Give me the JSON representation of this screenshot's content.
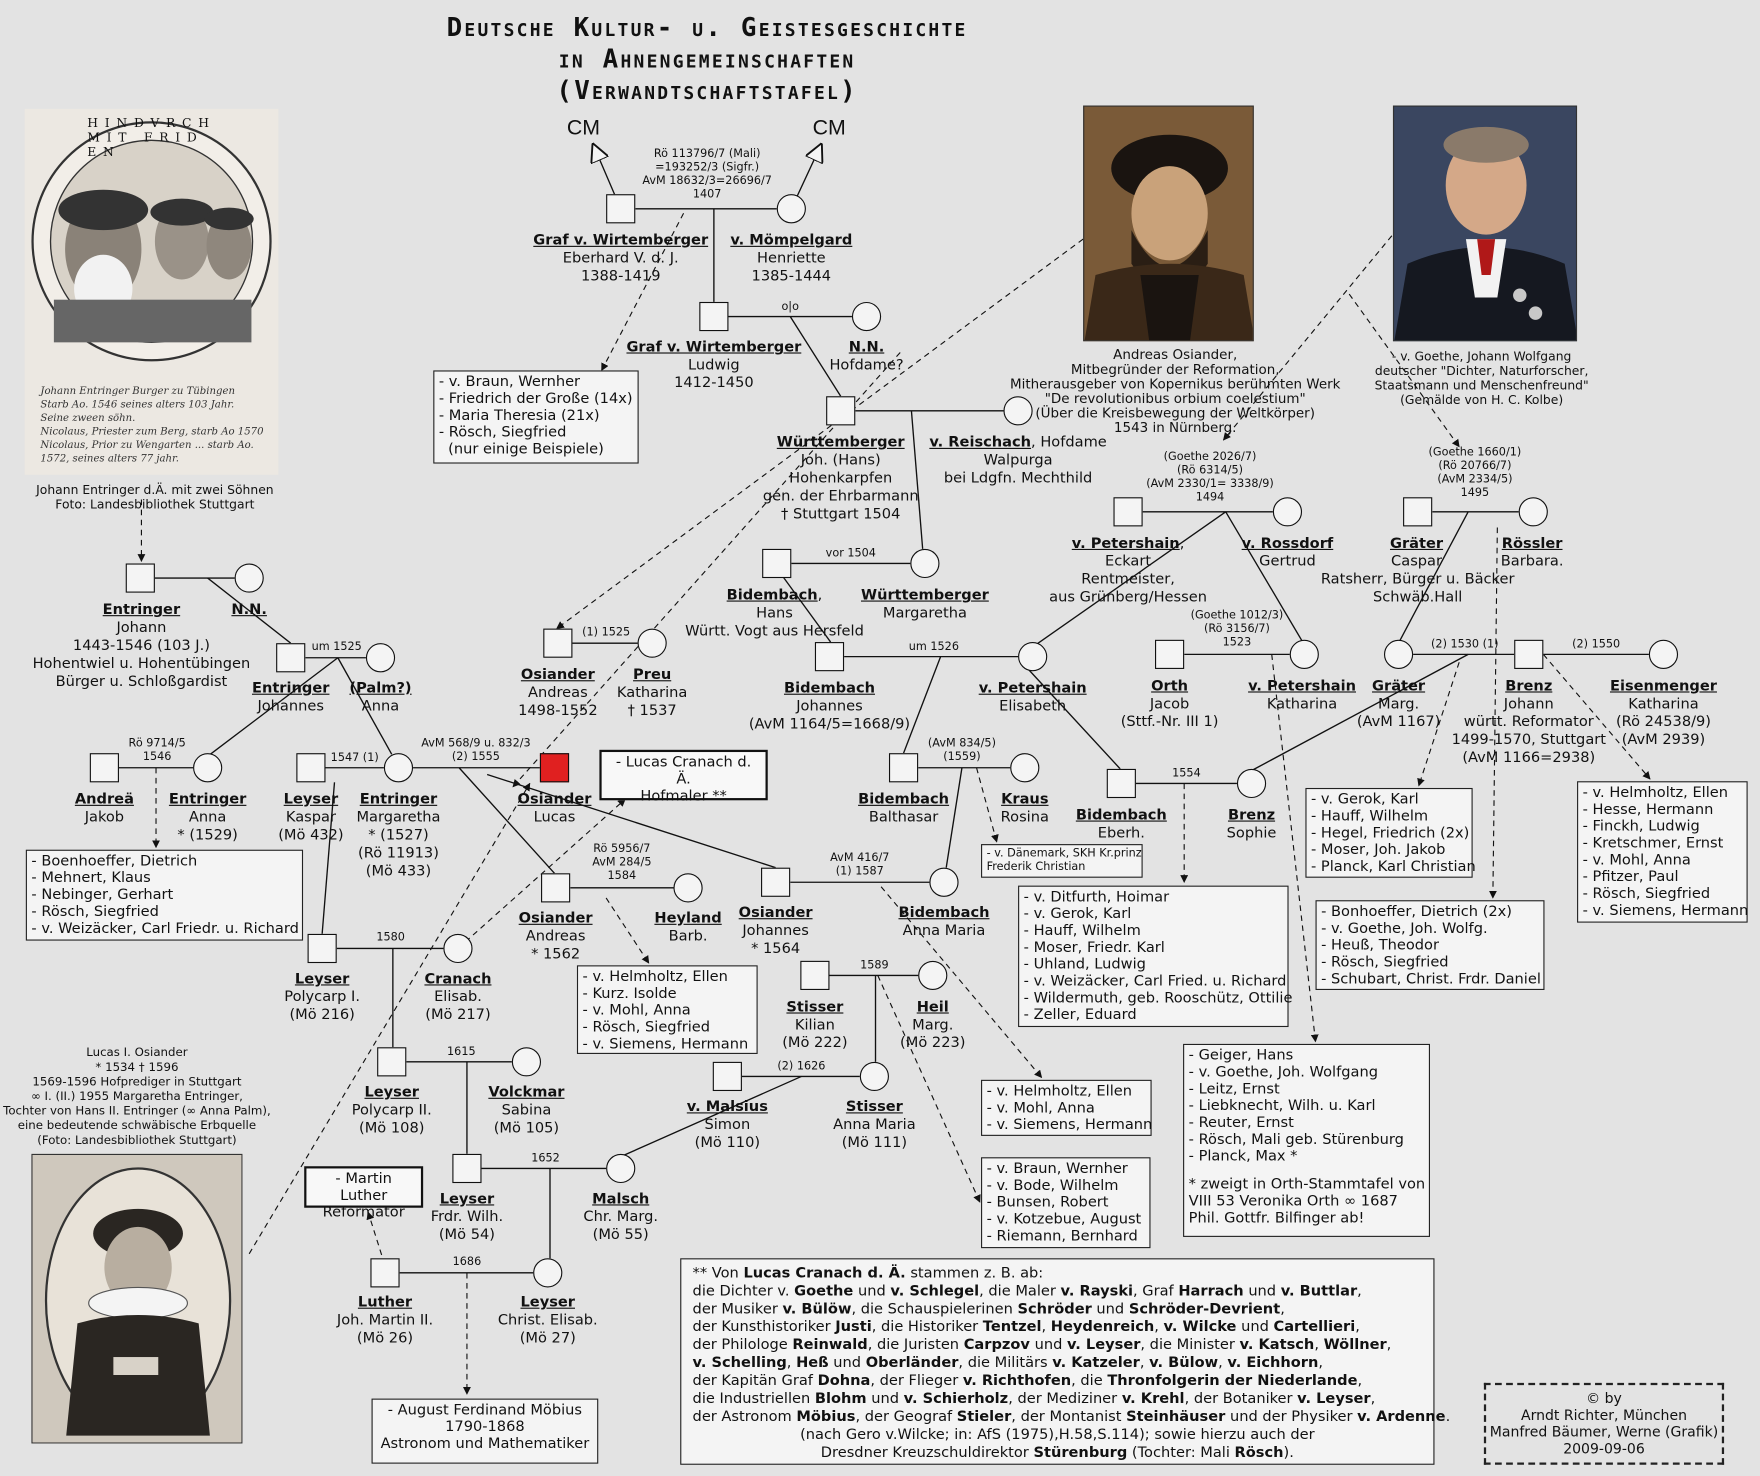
{
  "title": [
    "Deutsche Kultur- u. Geistesgeschichte",
    "in Ahnengemeinschaften",
    "(Verwandtschaftstafel)"
  ],
  "cm_left": "CM",
  "cm_right": "CM",
  "marks": {
    "m1407": [
      "Rö 113796/7 (Mali)",
      "=193252/3 (Sigfr.)",
      "AvM 18632/3=26696/7",
      "1407"
    ],
    "m_olo": [
      "o|o"
    ],
    "m1494": [
      "(Goethe 2026/7)",
      "(Rö 6314/5)",
      "(AvM 2330/1= 3338/9)",
      "1494"
    ],
    "m1495": [
      "(Goethe 1660/1)",
      "(Rö 20766/7)",
      "(AvM 2334/5)",
      "1495"
    ],
    "m1504": [
      "vor 1504"
    ],
    "m1525a": [
      "um 1525"
    ],
    "m1525b": [
      "(1) 1525"
    ],
    "m1526": [
      "um 1526"
    ],
    "m1523": [
      "(Goethe 1012/3)",
      "(Rö 3156/7)",
      "1523"
    ],
    "m1530": [
      "(2) 1530 (1)"
    ],
    "m1550": [
      "(2) 1550"
    ],
    "m1546": [
      "Rö 9714/5",
      "1546"
    ],
    "m1547": [
      "1547 (1)"
    ],
    "m1555": [
      "AvM 568/9 u. 832/3",
      "(2) 1555"
    ],
    "m1559": [
      "(AvM 834/5)",
      "(1559)"
    ],
    "m1554": [
      "1554"
    ],
    "m1584": [
      "Rö 5956/7",
      "AvM 284/5",
      "1584"
    ],
    "m1587": [
      "AvM 416/7",
      "(1) 1587"
    ],
    "m1580": [
      "1580"
    ],
    "m1589": [
      "1589"
    ],
    "m1615": [
      "1615"
    ],
    "m1626": [
      "(2) 1626"
    ],
    "m1652": [
      "1652"
    ],
    "m1686": [
      "1686"
    ]
  },
  "persons": {
    "eberhard": {
      "name": "Graf v. Wirtemberger",
      "lines": [
        "Eberhard V. d. J.",
        "1388-1419"
      ]
    },
    "henriette": {
      "name": "v. Mömpelgard",
      "lines": [
        "Henriette",
        "1385-1444"
      ]
    },
    "ludwig": {
      "name": "Graf v. Wirtemberger",
      "lines": [
        "Ludwig",
        "1412-1450"
      ]
    },
    "nn_hofdame": {
      "name": "N.N.",
      "lines": [
        "Hofdame?"
      ]
    },
    "johhans": {
      "name": "Württemberger",
      "lines": [
        "Joh. (Hans)",
        "Hohenkarpfen",
        "gen. der Ehrbarmann",
        "† Stuttgart 1504"
      ]
    },
    "walpurga": {
      "name": "v. Reischach",
      "after": ", Hofdame",
      "lines": [
        "Walpurga",
        "bei Ldgfn. Mechthild"
      ]
    },
    "hans_bid": {
      "name": "Bidembach",
      "after": ",",
      "lines": [
        "Hans",
        "Württ. Vogt aus Hersfeld"
      ]
    },
    "margaretha_w": {
      "name": "Württemberger",
      "lines": [
        "Margaretha"
      ]
    },
    "eckart": {
      "name": "v. Petershain",
      "after": ",",
      "lines": [
        "Eckart",
        "Rentmeister,",
        "aus Grünberg/Hessen"
      ]
    },
    "gertrud": {
      "name": "v. Rossdorf",
      "lines": [
        "Gertrud"
      ]
    },
    "caspar": {
      "name": "Gräter",
      "lines": [
        "Caspar"
      ]
    },
    "barbara": {
      "name": "Rössler",
      "lines": [
        "Barbara."
      ]
    },
    "caspar_note": {
      "lines": [
        "Ratsherr, Bürger u. Bäcker",
        "Schwäb.Hall"
      ]
    },
    "johann_e": {
      "name": "Entringer",
      "lines": [
        "Johann",
        "1443-1546 (103 J.)",
        "Hohentwiel u. Hohentübingen",
        "Bürger u. Schloßgardist"
      ]
    },
    "nn_e": {
      "name": "N.N."
    },
    "johannes_e": {
      "name": "Entringer",
      "lines": [
        "Johannes"
      ]
    },
    "anna_palm": {
      "name": "(Palm?)",
      "lines": [
        "Anna"
      ]
    },
    "andreas_o1": {
      "name": "Osiander",
      "lines": [
        "Andreas",
        "1498-1552"
      ]
    },
    "katharina_p": {
      "name": "Preu",
      "lines": [
        "Katharina",
        "† 1537"
      ]
    },
    "johannes_b": {
      "name": "Bidembach",
      "lines": [
        "Johannes",
        "(AvM 1164/5=1668/9)"
      ]
    },
    "elisabeth_p": {
      "name": "v. Petershain",
      "lines": [
        "Elisabeth"
      ]
    },
    "jacob_orth": {
      "name": "Orth",
      "lines": [
        "Jacob",
        "(Sttf.-Nr. III 1)"
      ]
    },
    "katharina_p2": {
      "name": "v. Petershain",
      "lines": [
        "Katharina"
      ]
    },
    "marg_g": {
      "name": "Gräter",
      "lines": [
        "Marg.",
        "(AvM 1167)"
      ]
    },
    "johann_brenz": {
      "name": "Brenz",
      "lines": [
        "Johann",
        "württ. Reformator",
        "1499-1570, Stuttgart",
        "(AvM 1166=2938)"
      ]
    },
    "katharina_e": {
      "name": "Eisenmenger",
      "lines": [
        "Katharina",
        "(Rö 24538/9)",
        "(AvM 2939)"
      ]
    },
    "jakob_a": {
      "name": "Andreä",
      "lines": [
        "Jakob"
      ]
    },
    "anna_e": {
      "name": "Entringer",
      "lines": [
        "Anna",
        "* (1529)"
      ]
    },
    "kaspar_l": {
      "name": "Leyser",
      "lines": [
        "Kaspar",
        "(Mö 432)"
      ]
    },
    "margaretha_e": {
      "name": "Entringer",
      "lines": [
        "Margaretha",
        "* (1527)",
        "(Rö 11913)",
        "(Mö 433)"
      ]
    },
    "lucas_o": {
      "name": "Osiander",
      "lines": [
        "Lucas"
      ]
    },
    "balthasar": {
      "name": "Bidembach",
      "lines": [
        "Balthasar"
      ]
    },
    "rosina": {
      "name": "Kraus",
      "lines": [
        "Rosina"
      ]
    },
    "eberh_b": {
      "name": "Bidembach",
      "lines": [
        "Eberh."
      ]
    },
    "sophie": {
      "name": "Brenz",
      "lines": [
        "Sophie"
      ]
    },
    "andreas_o2": {
      "name": "Osiander",
      "lines": [
        "Andreas",
        "* 1562"
      ]
    },
    "barb_h": {
      "name": "Heyland",
      "lines": [
        "Barb."
      ]
    },
    "johannes_o": {
      "name": "Osiander",
      "lines": [
        "Johannes",
        "* 1564"
      ]
    },
    "annamaria_b": {
      "name": "Bidembach",
      "lines": [
        "Anna Maria"
      ]
    },
    "polycarp1": {
      "name": "Leyser",
      "lines": [
        "Polycarp I.",
        "(Mö 216)"
      ]
    },
    "elisab_c": {
      "name": "Cranach",
      "lines": [
        "Elisab.",
        "(Mö 217)"
      ]
    },
    "kilian": {
      "name": "Stisser",
      "lines": [
        "Kilian",
        "(Mö 222)"
      ]
    },
    "marg_heil": {
      "name": "Heil",
      "lines": [
        "Marg.",
        "(Mö 223)"
      ]
    },
    "polycarp2": {
      "name": "Leyser",
      "lines": [
        "Polycarp II.",
        "(Mö 108)"
      ]
    },
    "sabina": {
      "name": "Volckmar",
      "lines": [
        "Sabina",
        "(Mö 105)"
      ]
    },
    "simon": {
      "name": "v. Malsius",
      "lines": [
        "Simon",
        "(Mö 110)"
      ]
    },
    "annamaria_s": {
      "name": "Stisser",
      "lines": [
        "Anna Maria",
        "(Mö 111)"
      ]
    },
    "frdr_wilh": {
      "name": "Leyser",
      "lines": [
        "Frdr. Wilh.",
        "(Mö 54)"
      ]
    },
    "chr_marg": {
      "name": "Malsch",
      "lines": [
        "Chr. Marg.",
        "(Mö 55)"
      ]
    },
    "martin_l": {
      "name": "Luther",
      "lines": [
        "Joh. Martin II.",
        "(Mö 26)"
      ]
    },
    "christ_elisab": {
      "name": "Leyser",
      "lines": [
        "Christ. Elisab.",
        "(Mö 27)"
      ]
    }
  },
  "boxes": {
    "braun1": [
      "- v. Braun, Wernher",
      "- Friedrich der Große (14x)",
      "- Maria Theresia (21x)",
      "- Rösch, Siegfried",
      "  (nur einige Beispiele)"
    ],
    "bonhoeffer1": [
      "- Boenhoeffer, Dietrich",
      "- Mehnert, Klaus",
      "- Nebinger, Gerhart",
      "- Rösch, Siegfried",
      "- v. Weizäcker, Carl Friedr. u. Richard"
    ],
    "danemark": [
      "- v. Dänemark, SKH Kr.prinz",
      "Frederik Christian"
    ],
    "ditfurth": [
      "- v. Ditfurth, Hoimar",
      "- v. Gerok, Karl",
      "- Hauff, Wilhelm",
      "- Moser, Friedr. Karl",
      "- Uhland, Ludwig",
      "- v. Weizäcker, Carl Fried. u. Richard",
      "- Wildermuth, geb. Rooschütz, Ottilie",
      "- Zeller, Eduard"
    ],
    "helmholtz1": [
      "- v. Helmholtz, Ellen",
      "- Kurz. Isolde",
      "- v. Mohl, Anna",
      "- Rösch, Siegfried",
      "- v. Siemens, Hermann"
    ],
    "helmholtz2": [
      "- v. Helmholtz, Ellen",
      "- v. Mohl, Anna",
      "- v. Siemens, Hermann"
    ],
    "braun2": [
      "- v. Braun, Wernher",
      "- v. Bode, Wilhelm",
      "- Bunsen, Robert",
      "- v. Kotzebue, August",
      "- Riemann, Bernhard"
    ],
    "gerok": [
      "- v. Gerok, Karl",
      "- Hauff, Wilhelm",
      "- Hegel, Friedrich (2x)",
      "- Moser, Joh. Jakob",
      "- Planck, Karl Christian"
    ],
    "bonhoeffer2": [
      "- Bonhoeffer, Dietrich (2x)",
      "- v. Goethe, Joh. Wolfg.",
      "- Heuß, Theodor",
      "- Rösch, Siegfried",
      "- Schubart, Christ. Frdr. Daniel"
    ],
    "helmholtz3": [
      "- v. Helmholtz, Ellen",
      "- Hesse, Hermann",
      "- Finckh, Ludwig",
      "- Kretschmer, Ernst",
      "- v. Mohl, Anna",
      "- Pfitzer, Paul",
      "- Rösch, Siegfried",
      "- v. Siemens, Hermann"
    ],
    "geiger": [
      "- Geiger, Hans",
      "- v. Goethe, Joh. Wolfgang",
      "- Leitz, Ernst",
      "- Liebknecht, Wilh. u. Karl",
      "- Reuter, Ernst",
      "- Rösch, Mali geb. Stürenburg",
      "- Planck, Max *",
      "",
      "* zweigt  in Orth-Stammtafel von",
      "VIII 53 Veronika Orth ∞ 1687",
      "Phil. Gottfr. Bilfinger ab!"
    ],
    "moebius": [
      "- August Ferdinand Möbius",
      "1790-1868",
      "Astronom und Mathematiker"
    ]
  },
  "highlight_boxes": {
    "cranach": [
      "- Lucas Cranach d. Ä.",
      "Hofmaler **"
    ],
    "luther": [
      "- Martin Luther",
      "Reformator"
    ]
  },
  "captions": {
    "entringer_photo": [
      "Johann Entringer d.Ä. mit zwei Söhnen",
      "Foto: Landesbibliothek Stuttgart"
    ],
    "entringer_inscription": [
      "Johann Entringer Burger zu Tübingen",
      "Starb Ao. 1546 seines alters 103 Jahr.",
      "Seine zween söhn.",
      "Nicolaus, Priester zum Berg, starb Ao 1570",
      "Nicolaus, Prior zu Wengarten ... starb Ao.",
      "1572, seines alters 77 jahr."
    ],
    "entringer_circle": "HINDVRCH MIT FRID EN",
    "osiander_portrait": [
      "Andreas Osiander,",
      "Mitbegründer der Reformation,",
      "Mitherausgeber von Kopernikus berühmten Werk",
      "\"De revolutionibus orbium coelestium\"",
      "(Über die Kreisbewegung der Weltkörper)",
      "1543 in Nürnberg."
    ],
    "goethe_portrait": [
      "- v. Goethe, Johann Wolfgang",
      "deutscher \"Dichter, Naturforscher,",
      "Staatsmann und Menschenfreund\"",
      "(Gemälde von H. C. Kolbe)"
    ],
    "lucas_osiander": [
      "Lucas I. Osiander",
      "* 1534 † 1596",
      "1569-1596 Hofprediger in Stuttgart",
      "∞ I. (II.) 1955 Margaretha Entringer,",
      "Tochter von Hans II. Entringer (∞ Anna Palm),",
      "eine bedeutende schwäbische Erbquelle",
      "(Foto: Landesbibliothek Stuttgart)"
    ]
  },
  "bottom_note": [
    "** Von <b>Lucas Cranach d. Ä.</b> stammen z. B. ab:",
    "die Dichter v. <b>Goethe</b> und <b>v. Schlegel</b>, die Maler <b>v. Rayski</b>, Graf <b>Harrach</b> und <b>v. Buttlar</b>,",
    "der Musiker <b>v. Bülöw</b>, die Schauspielerinen <b>Schröder</b> und <b>Schröder-Devrient</b>,",
    "der Kunsthistoriker <b>Justi</b>, die Historiker <b>Tentzel</b>, <b>Heydenreich</b>, <b>v. Wilcke</b> und <b>Cartellieri</b>,",
    "der Philologe <b>Reinwald</b>, die Juristen <b>Carpzov</b> und <b>v. Leyser</b>, die Minister <b>v. Katsch</b>, <b>Wöllner</b>,",
    "<b>v. Schelling</b>, <b>Heß</b> und <b>Oberländer</b>, die Militärs <b>v. Katzeler</b>, <b>v. Bülow</b>, <b>v. Eichhorn</b>,",
    "der Kapitän Graf <b>Dohna</b>, der Flieger <b>v. Richthofen</b>, die <b>Thronfolgerin der Niederlande</b>,",
    "die Industriellen <b>Blohm</b> und <b>v. Schierholz</b>, der Mediziner <b>v. Krehl</b>, der Botaniker <b>v. Leyser</b>,",
    "der Astronom <b>Möbius</b>, der Geograf <b>Stieler</b>, der Montanist <b>Steinhäuser</b> und der Physiker <b>v. Ardenne</b>.",
    "(nach Gero v.Wilcke; in: AfS (1975),H.58,S.114); sowie hierzu auch der",
    "Dresdner Kreuzschuldirektor <b>Stürenburg</b> (Tochter: Mali <b>Rösch</b>)."
  ],
  "copyright": [
    "© by",
    "Arndt Richter, München",
    "Manfred Bäumer, Werne (Grafik)",
    "2009-09-06"
  ],
  "colors": {
    "background": "#e3e3e3",
    "highlight_square": "#e02020"
  }
}
